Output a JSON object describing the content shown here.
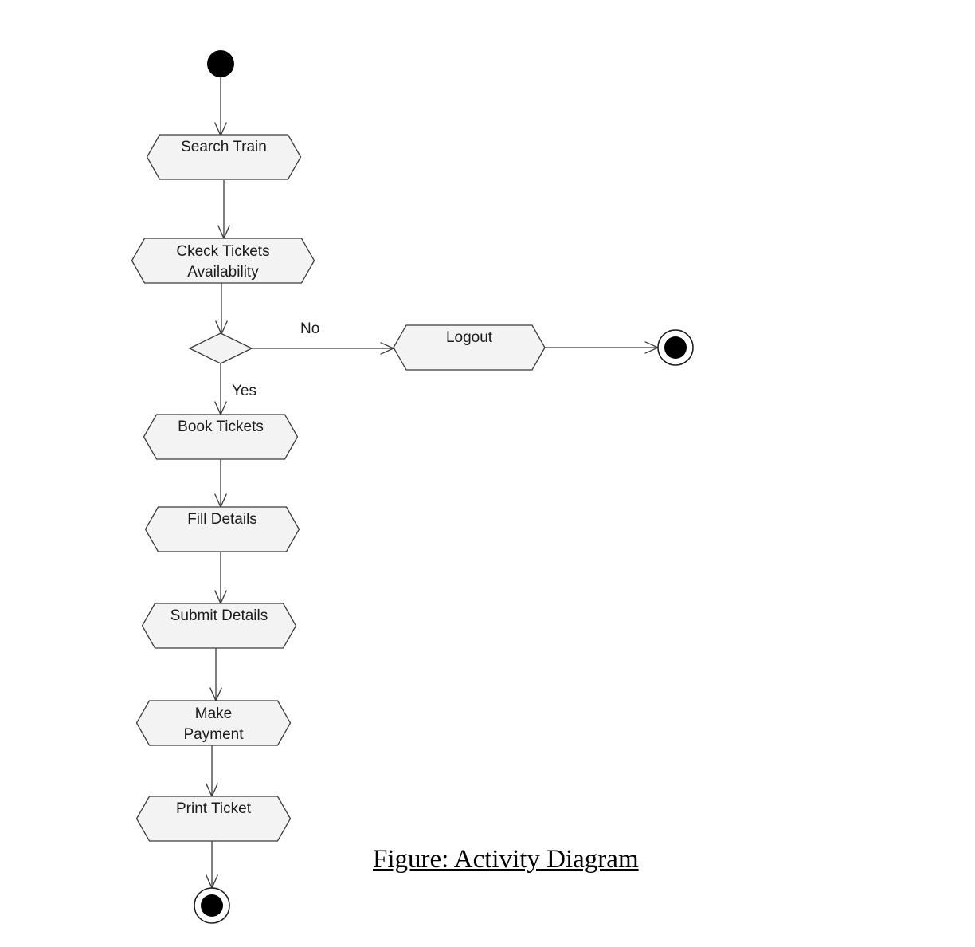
{
  "diagram": {
    "type": "activity-diagram",
    "nodes": [
      {
        "id": "start",
        "kind": "initial"
      },
      {
        "id": "search-train",
        "kind": "action",
        "lines": [
          "Search Train"
        ]
      },
      {
        "id": "check-availability",
        "kind": "action",
        "lines": [
          "Ckeck Tickets",
          "Availability"
        ]
      },
      {
        "id": "decision",
        "kind": "decision"
      },
      {
        "id": "logout",
        "kind": "action",
        "lines": [
          "Logout"
        ]
      },
      {
        "id": "end-logout",
        "kind": "final"
      },
      {
        "id": "book-tickets",
        "kind": "action",
        "lines": [
          "Book Tickets"
        ]
      },
      {
        "id": "fill-details",
        "kind": "action",
        "lines": [
          "Fill Details"
        ]
      },
      {
        "id": "submit-details",
        "kind": "action",
        "lines": [
          "Submit Details"
        ]
      },
      {
        "id": "make-payment",
        "kind": "action",
        "lines": [
          "Make",
          "Payment"
        ]
      },
      {
        "id": "print-ticket",
        "kind": "action",
        "lines": [
          "Print Ticket"
        ]
      },
      {
        "id": "end-main",
        "kind": "final"
      }
    ],
    "edges": [
      {
        "from": "start",
        "to": "search-train",
        "label": ""
      },
      {
        "from": "search-train",
        "to": "check-availability",
        "label": ""
      },
      {
        "from": "check-availability",
        "to": "decision",
        "label": ""
      },
      {
        "from": "decision",
        "to": "logout",
        "label": "No"
      },
      {
        "from": "logout",
        "to": "end-logout",
        "label": ""
      },
      {
        "from": "decision",
        "to": "book-tickets",
        "label": "Yes"
      },
      {
        "from": "book-tickets",
        "to": "fill-details",
        "label": ""
      },
      {
        "from": "fill-details",
        "to": "submit-details",
        "label": ""
      },
      {
        "from": "submit-details",
        "to": "make-payment",
        "label": ""
      },
      {
        "from": "make-payment",
        "to": "print-ticket",
        "label": ""
      },
      {
        "from": "print-ticket",
        "to": "end-main",
        "label": ""
      }
    ]
  },
  "caption": "Figure: Activity Diagram"
}
